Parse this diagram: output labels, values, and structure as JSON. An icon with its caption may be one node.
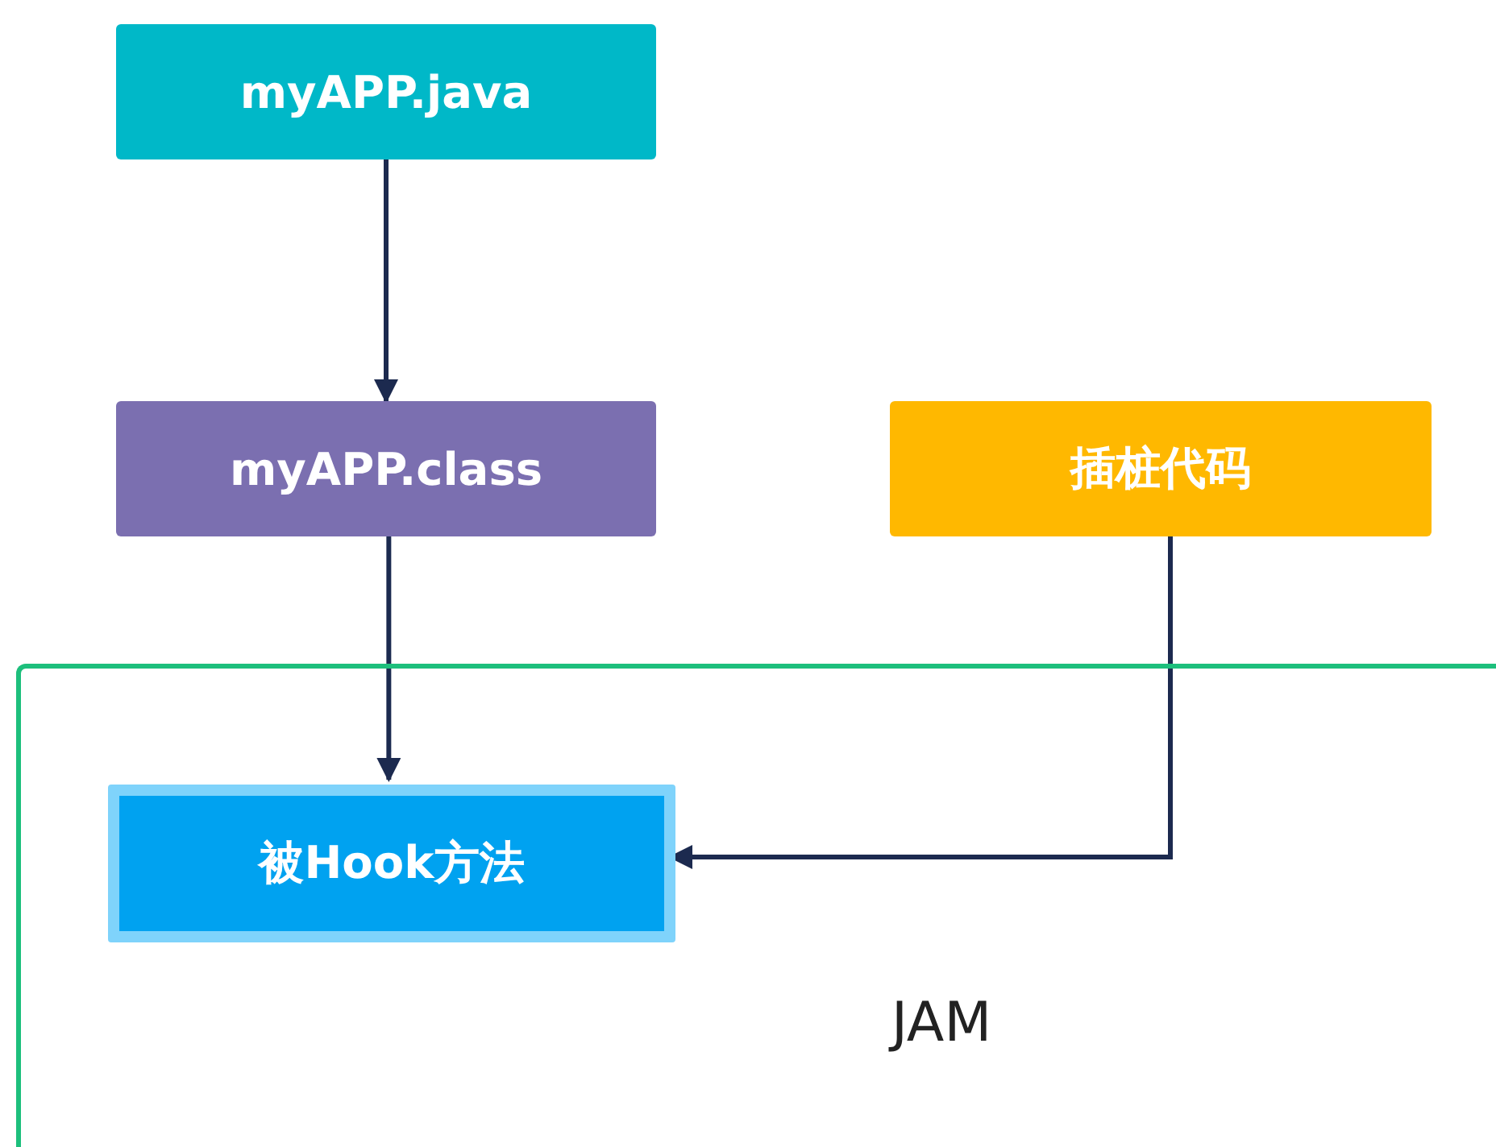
{
  "diagram": {
    "nodes": [
      {
        "text": [
          "myAPP.java"
        ]
      },
      {
        "text": [
          "myAPP.class"
        ]
      },
      {
        "text": [
          "插桩代码"
        ]
      },
      {
        "text": [
          "JAM"
        ]
      },
      {
        "text": [
          "被Hook方法"
        ],
        "in": 3
      }
    ],
    "edges": [
      {
        "from": 0,
        "to": 1,
        "arrow": "to"
      },
      {
        "from": 1,
        "to": 4,
        "arrow": "to"
      },
      {
        "from": 2,
        "to": 4,
        "arrow": "to"
      }
    ]
  }
}
